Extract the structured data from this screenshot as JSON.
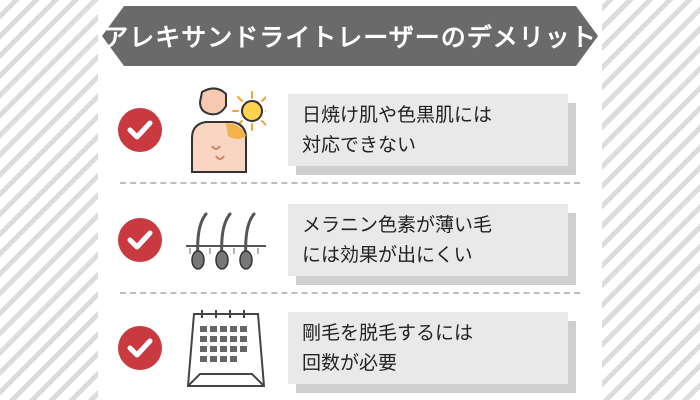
{
  "banner": {
    "title": "アレキサンドライトレーザーのデメリット"
  },
  "colors": {
    "banner_bg": "#6a6a6a",
    "check_red": "#c83a40",
    "box_bg": "#e9e9e9",
    "box_shadow": "#cfcfcf"
  },
  "items": [
    {
      "icon": "sunburned-person-icon",
      "lines": [
        "日焼け肌や色黒肌には",
        "対応できない"
      ]
    },
    {
      "icon": "hair-follicle-icon",
      "lines": [
        "メラニン色素が薄い毛",
        "には効果が出にくい"
      ]
    },
    {
      "icon": "calendar-icon",
      "lines": [
        "剛毛を脱毛するには",
        "回数が必要"
      ]
    }
  ]
}
